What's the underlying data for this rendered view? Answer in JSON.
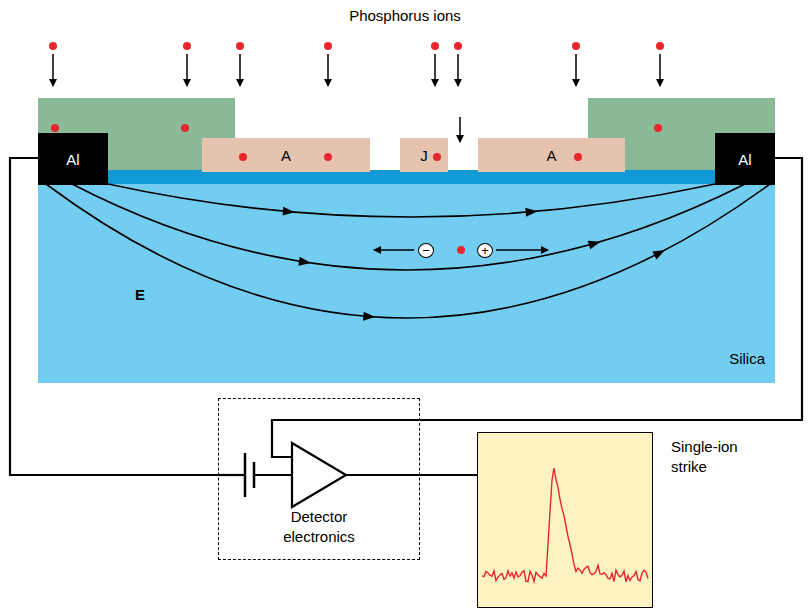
{
  "diagram": {
    "nodes": [
      {
        "text": [
          "Silica"
        ]
      },
      {
        "text": [
          "Al"
        ]
      },
      {
        "text": [
          "A"
        ]
      },
      {
        "text": [
          "J"
        ]
      },
      {
        "text": [
          "A"
        ]
      },
      {
        "text": [
          "Al"
        ]
      },
      {
        "text": [
          "−"
        ],
        "in": 0
      },
      {
        "text": [
          "+"
        ],
        "in": 0
      },
      {
        "text": [
          "Detector electronics"
        ]
      },
      {
        "text": [
          "Single-ion strike"
        ]
      }
    ],
    "edges": [
      {
        "from": 1,
        "to": 8,
        "arrow": "none"
      },
      {
        "from": 5,
        "to": 8,
        "arrow": "none"
      },
      {
        "from": 8,
        "to": 9,
        "arrow": "none"
      }
    ],
    "labels": [
      "Phosphorus ions",
      "E"
    ]
  }
}
